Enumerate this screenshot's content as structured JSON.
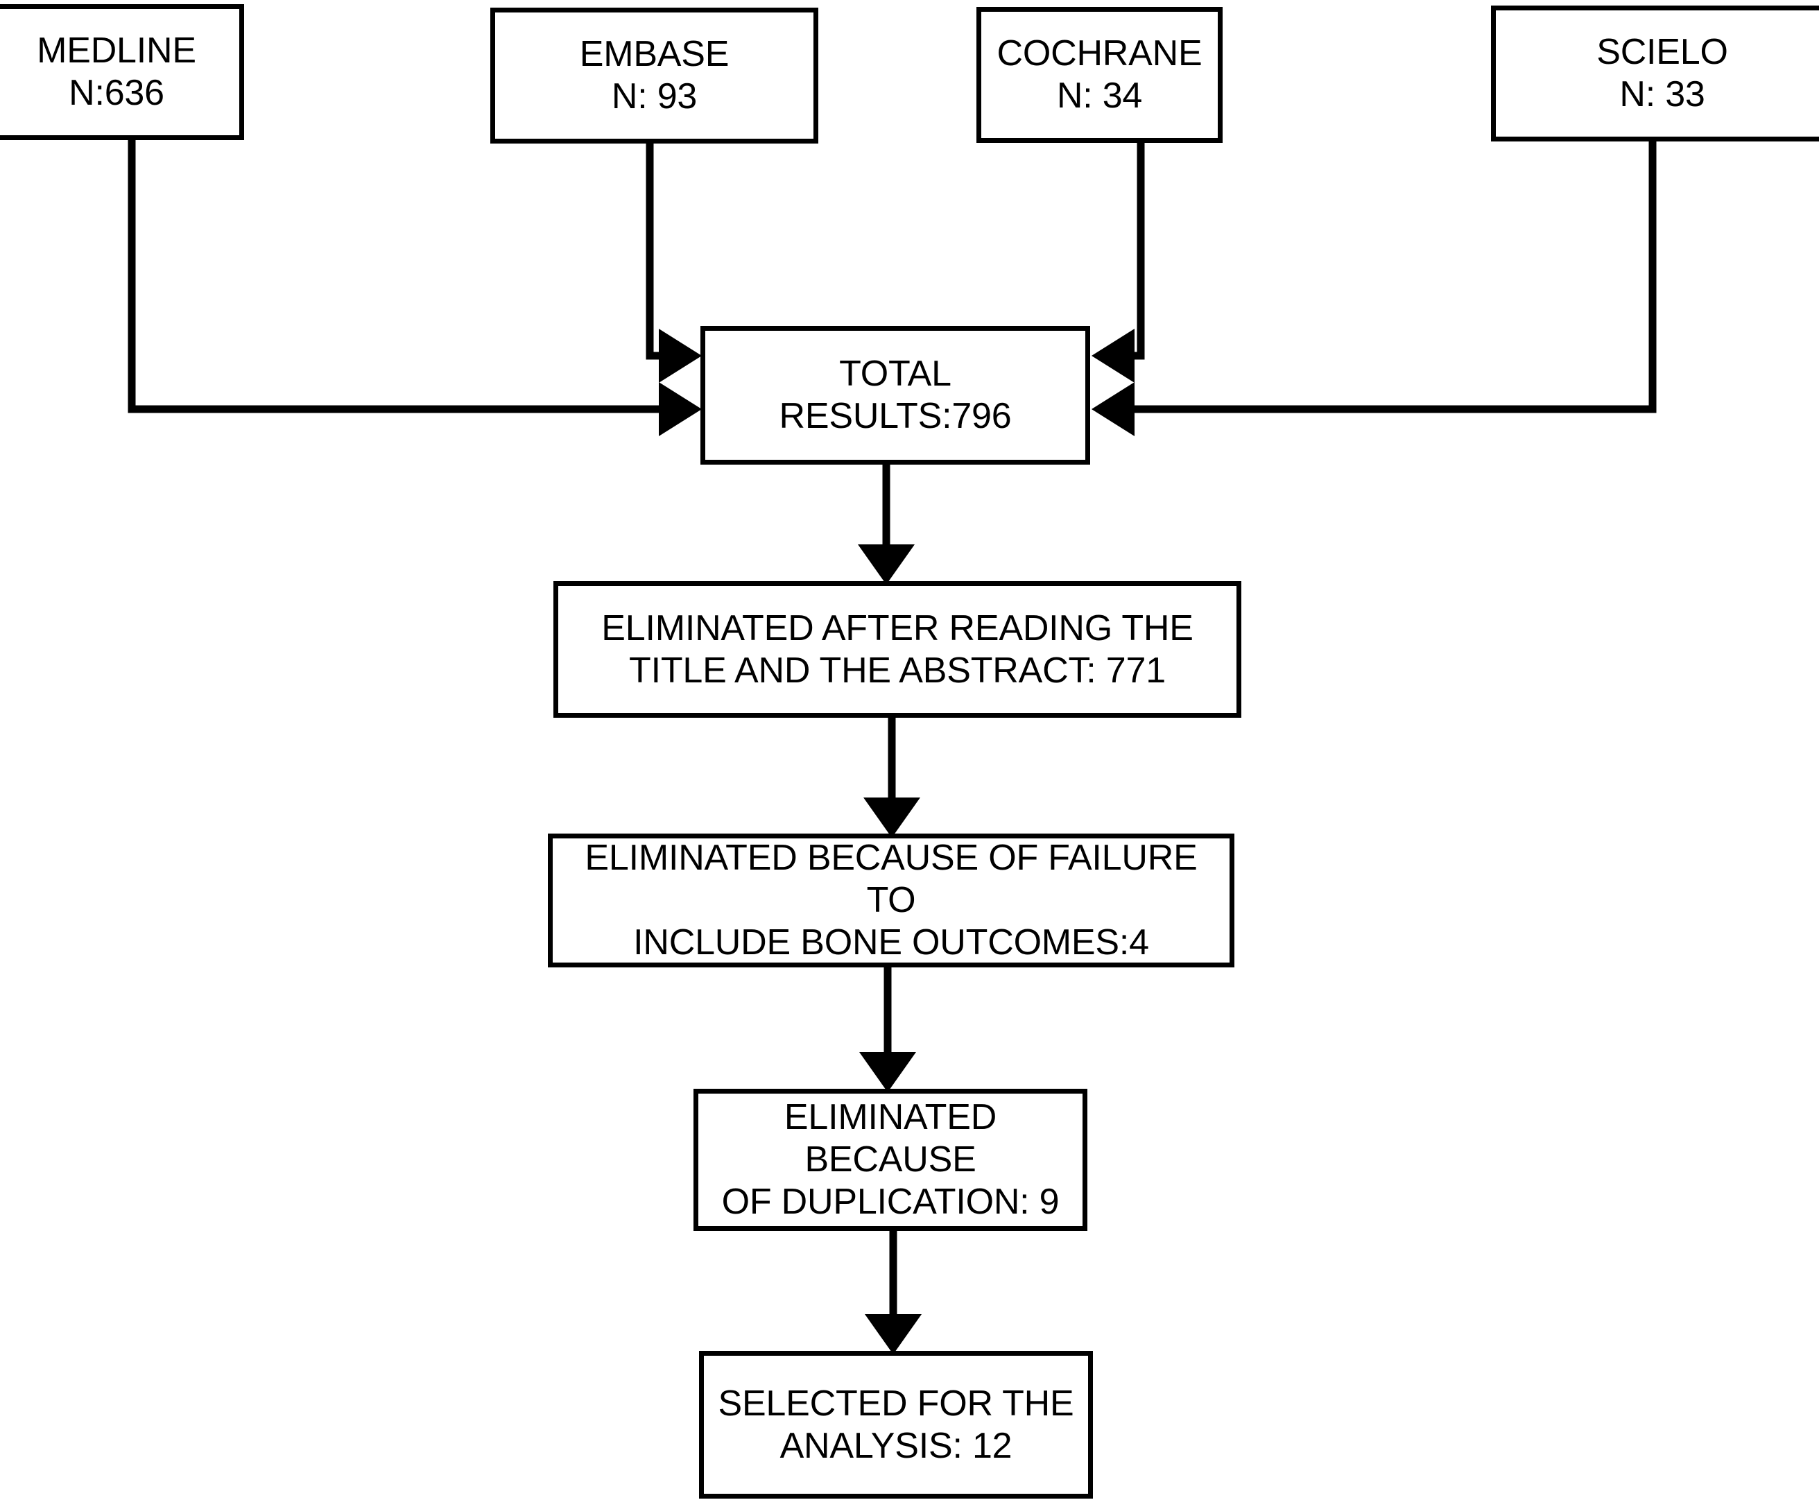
{
  "diagram": {
    "type": "flowchart",
    "title": "Study selection flow diagram",
    "orientation": "top-down",
    "colors": {
      "stroke": "#000000",
      "fill": "#ffffff",
      "text": "#000000"
    }
  },
  "sources": [
    {
      "id": "medline",
      "name": "MEDLINE",
      "count_label": "N:636",
      "count": 636,
      "text": "MEDLINE\nN:636"
    },
    {
      "id": "embase",
      "name": "EMBASE",
      "count_label": "N: 93",
      "count": 93,
      "text": "EMBASE\nN: 93"
    },
    {
      "id": "cochrane",
      "name": "COCHRANE",
      "count_label": "N: 34",
      "count": 34,
      "text": "COCHRANE\nN: 34"
    },
    {
      "id": "scielo",
      "name": "SCIELO",
      "count_label": "N: 33",
      "count": 33,
      "text": "SCIELO\nN: 33"
    }
  ],
  "pipeline": [
    {
      "id": "total",
      "text": "TOTAL\nRESULTS:796",
      "label": "TOTAL RESULTS",
      "count": 796
    },
    {
      "id": "eliminated-title-abstract",
      "text": "ELIMINATED AFTER READING THE\nTITLE AND THE ABSTRACT: 771",
      "label": "ELIMINATED AFTER READING THE TITLE AND THE ABSTRACT",
      "count": 771
    },
    {
      "id": "eliminated-bone-outcomes",
      "text": "ELIMINATED BECAUSE OF FAILURE TO\nINCLUDE BONE OUTCOMES:4",
      "label": "ELIMINATED BECAUSE OF FAILURE TO INCLUDE BONE OUTCOMES",
      "count": 4
    },
    {
      "id": "eliminated-duplication",
      "text": "ELIMINATED BECAUSE\nOF DUPLICATION: 9",
      "label": "ELIMINATED BECAUSE OF DUPLICATION",
      "count": 9
    },
    {
      "id": "selected-for-analysis",
      "text": "SELECTED FOR THE\nANALYSIS: 12",
      "label": "SELECTED FOR THE ANALYSIS",
      "count": 12
    }
  ],
  "edges": [
    {
      "from": "medline",
      "to": "total",
      "arrow": "right"
    },
    {
      "from": "embase",
      "to": "total",
      "arrow": "right"
    },
    {
      "from": "cochrane",
      "to": "total",
      "arrow": "left"
    },
    {
      "from": "scielo",
      "to": "total",
      "arrow": "left"
    },
    {
      "from": "total",
      "to": "eliminated-title-abstract",
      "arrow": "down"
    },
    {
      "from": "eliminated-title-abstract",
      "to": "eliminated-bone-outcomes",
      "arrow": "down"
    },
    {
      "from": "eliminated-bone-outcomes",
      "to": "eliminated-duplication",
      "arrow": "down"
    },
    {
      "from": "eliminated-duplication",
      "to": "selected-for-analysis",
      "arrow": "down"
    }
  ]
}
